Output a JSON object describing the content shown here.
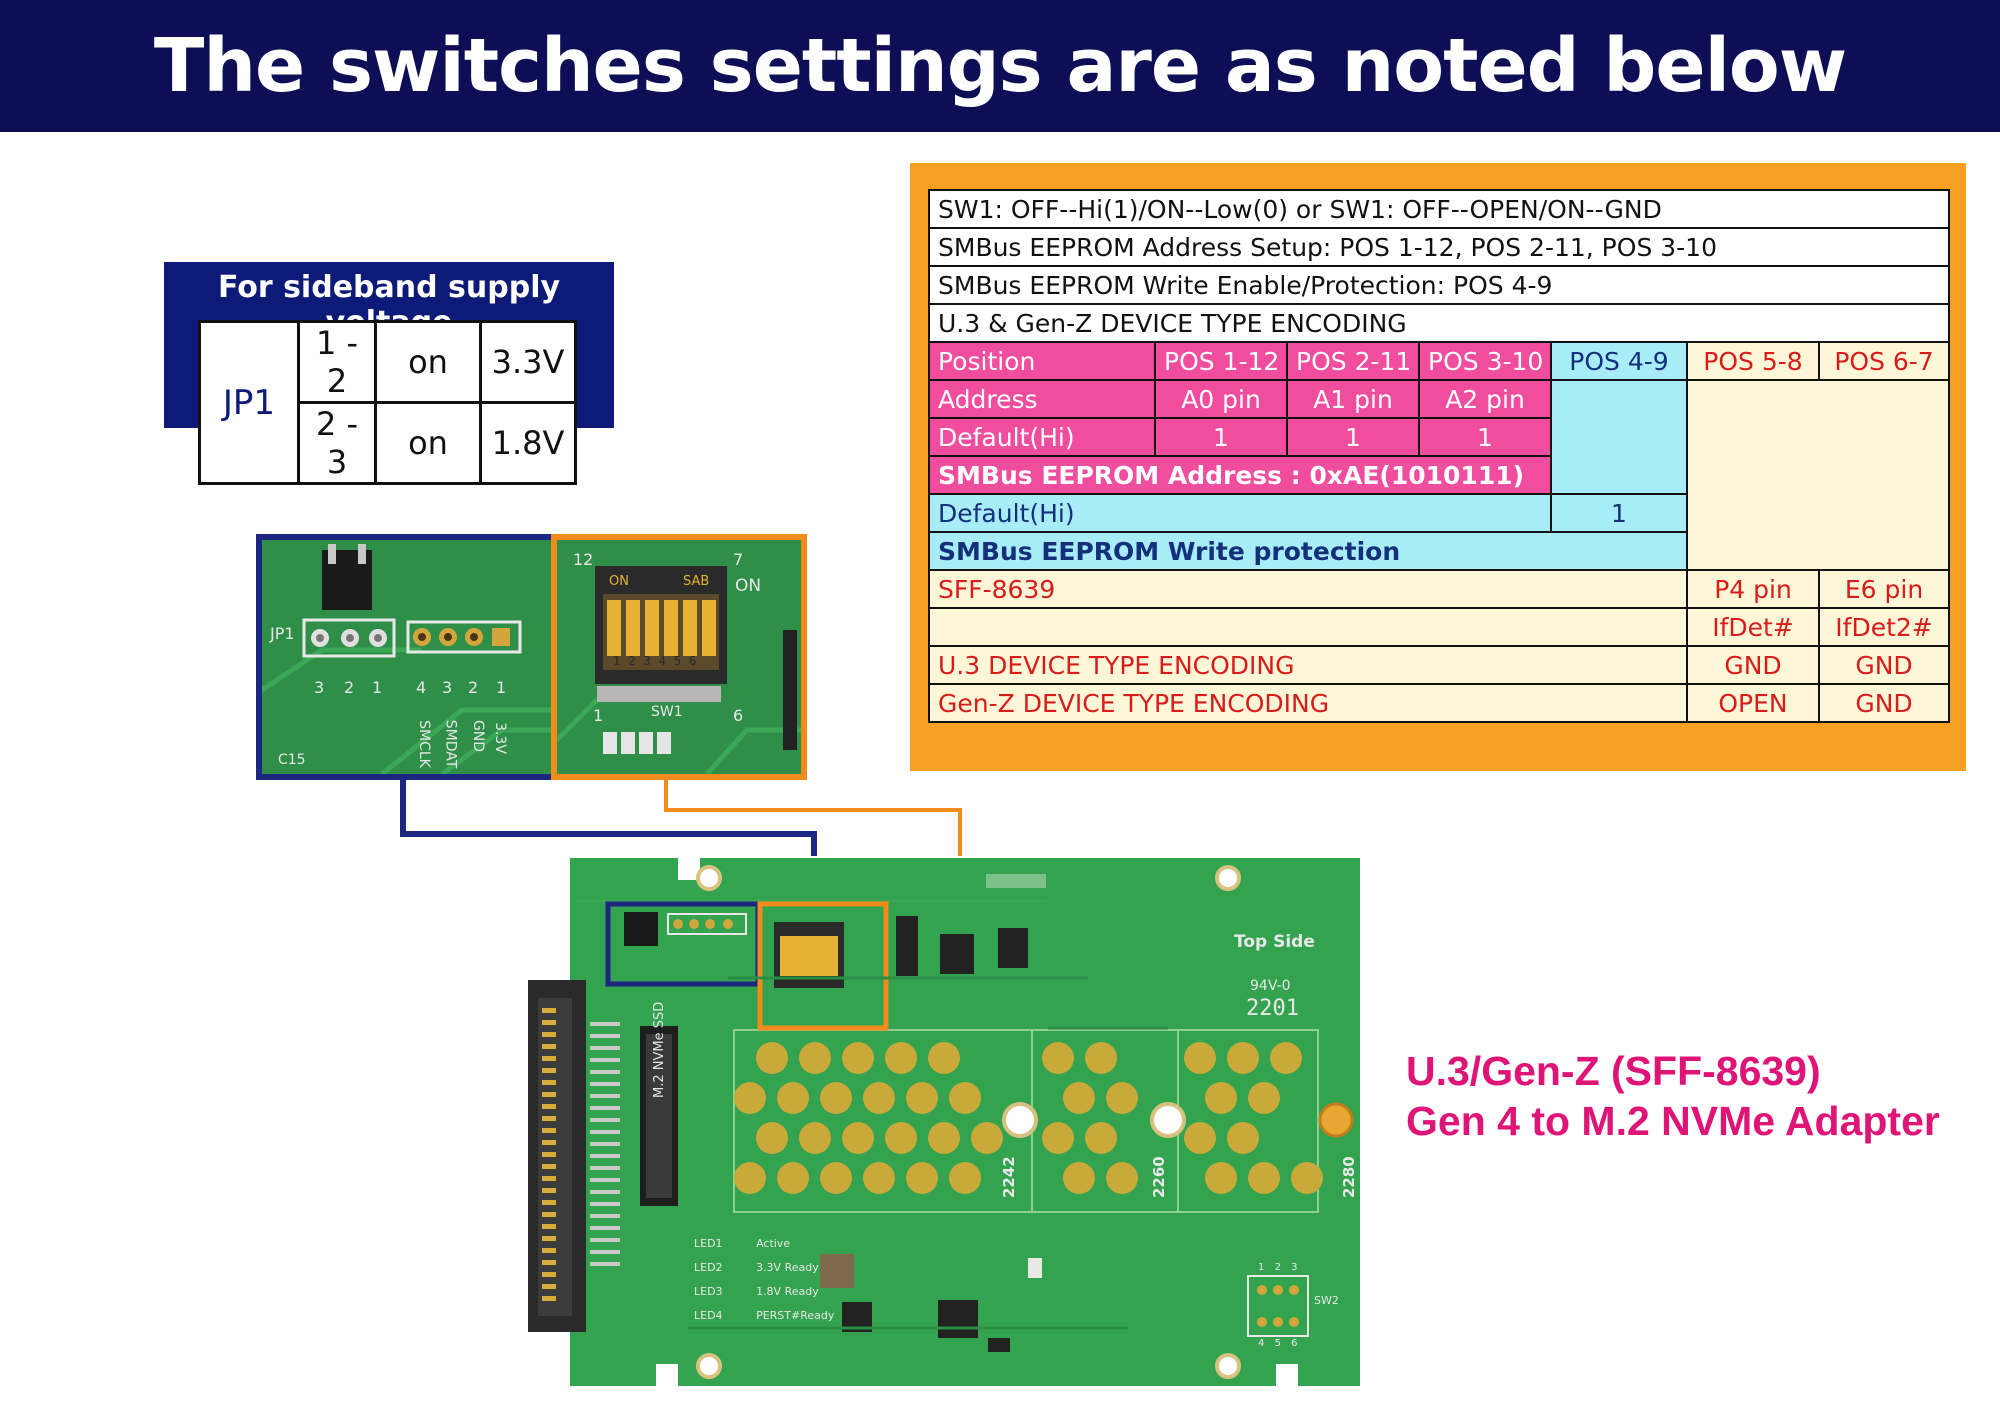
{
  "header": {
    "title": "The switches settings are as noted below"
  },
  "jp1_box": {
    "caption": "For sideband supply voltage",
    "name": "JP1",
    "rows": [
      {
        "pins": "1 - 2",
        "state": "on",
        "voltage": "3.3V"
      },
      {
        "pins": "2 - 3",
        "state": "on",
        "voltage": "1.8V"
      }
    ]
  },
  "settings": {
    "sw1": "SW1: OFF--Hi(1)/ON--Low(0) or SW1: OFF--OPEN/ON--GND",
    "address_setup": "SMBus EEPROM Address Setup: POS 1-12, POS 2-11, POS 3-10",
    "write_enable": "SMBus EEPROM Write Enable/Protection: POS 4-9",
    "encoding_title": "U.3 & Gen-Z DEVICE TYPE ENCODING",
    "position": {
      "label": "Position",
      "cols": [
        "POS 1-12",
        "POS 2-11",
        "POS 3-10",
        "POS 4-9",
        "POS 5-8",
        "POS 6-7"
      ]
    },
    "address": {
      "label": "Address",
      "cols": [
        "A0 pin",
        "A1 pin",
        "A2 pin"
      ]
    },
    "default_hi": {
      "label": "Default(Hi)",
      "cols": [
        "1",
        "1",
        "1"
      ]
    },
    "eeprom_address": "SMBus EEPROM Address : 0xAE(1010111)",
    "default_hi_2": {
      "label": "Default(Hi)",
      "value": "1"
    },
    "write_protection": "SMBus EEPROM Write protection",
    "sff": {
      "label": "SFF-8639",
      "cols": [
        "P4 pin",
        "E6 pin"
      ]
    },
    "ifdet": {
      "label": "",
      "cols": [
        "IfDet#",
        "IfDet2#"
      ]
    },
    "u3": {
      "label": "U.3 DEVICE TYPE ENCODING",
      "cols": [
        "GND",
        "GND"
      ]
    },
    "genz": {
      "label": "Gen-Z DEVICE TYPE ENCODING",
      "cols": [
        "OPEN",
        "GND"
      ]
    }
  },
  "zoom_jp1": {
    "jp1_label": "JP1",
    "pin_numbers": [
      "3",
      "2",
      "1"
    ],
    "header_numbers": [
      "4",
      "3",
      "2",
      "1"
    ],
    "signals": [
      "SMCLK",
      "SMDAT",
      "GND",
      "3.3V"
    ],
    "cap_label": "C15"
  },
  "zoom_sw1": {
    "top_left": "12",
    "top_right": "7",
    "on_label": "ON",
    "switch_on": "ON",
    "switch_brand": "SAB",
    "switch_digits": "123456",
    "bottom_left": "1",
    "bottom_right": "6",
    "sw_label": "SW1"
  },
  "pcb": {
    "top_side": "Top Side",
    "rating": "94V-0",
    "date_code": "2201",
    "slot_label": "M.2 NVMe SSD",
    "len_2242": "2242",
    "len_2260": "2260",
    "len_2280": "2280",
    "leds": [
      "LED1",
      "LED2",
      "LED3",
      "LED4"
    ],
    "led_texts": [
      "Active",
      "3.3V Ready",
      "1.8V Ready",
      "PERST#Ready"
    ],
    "sw2_label": "SW2",
    "sw2_top": [
      "1",
      "2",
      "3"
    ],
    "sw2_bottom": [
      "4",
      "5",
      "6"
    ]
  },
  "product": {
    "line1": "U.3/Gen-Z (SFF-8639)",
    "line2": "Gen 4 to M.2 NVMe Adapter"
  },
  "colors": {
    "navy": "#0d0e55",
    "orange": "#f7a024",
    "pink": "#f04d9e",
    "cyan": "#a8ecf7",
    "cream": "#fdf7d7",
    "pcb_green": "#33a34f",
    "product_magenta": "#de1477"
  }
}
